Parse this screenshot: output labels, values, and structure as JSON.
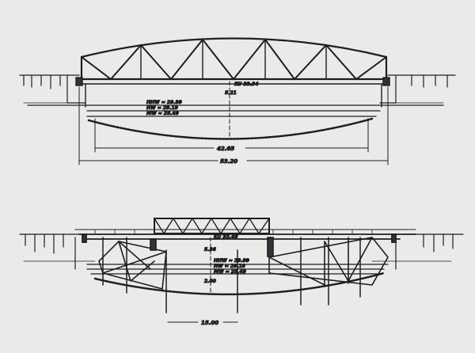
{
  "upper_elevation": {
    "soffit_label": "KU 33.34",
    "clearance": "5.21",
    "water_levels": [
      "HHW ≈ 29.99",
      "HW ≈ 29.19",
      "MW ≈ 28.49"
    ],
    "span_inner": "42.65",
    "span_outer": "53.20"
  },
  "lower_elevation": {
    "soffit_label": "KU 33.49",
    "clearance": "5.36",
    "water_levels": [
      "HHW ≈ 29.99",
      "HW ≈ 29.19",
      "MW ≈ 28.49"
    ],
    "depth_label": "2.00",
    "opening": "15.00"
  }
}
